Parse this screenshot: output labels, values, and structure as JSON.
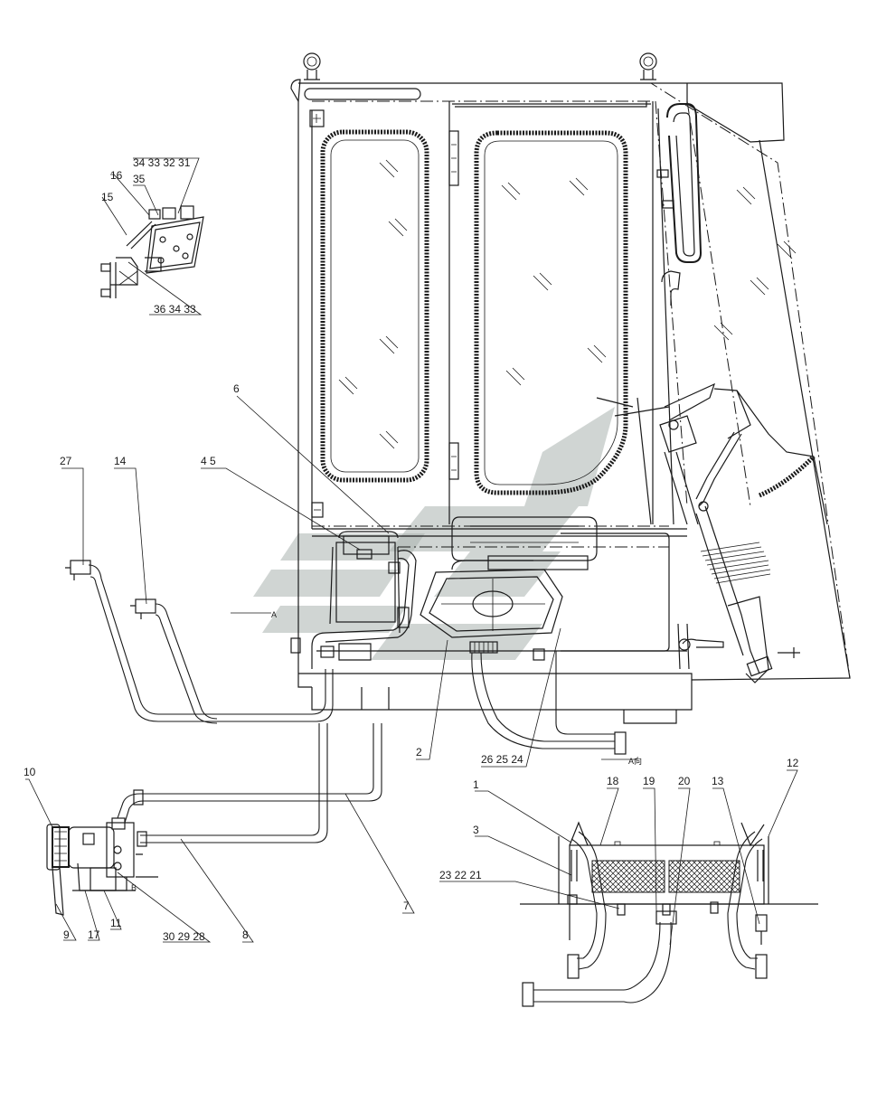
{
  "diagram": {
    "callouts": [
      {
        "id": "c1",
        "text": "1"
      },
      {
        "id": "c2",
        "text": "2"
      },
      {
        "id": "c3",
        "text": "3"
      },
      {
        "id": "c4-5",
        "text": "4 5"
      },
      {
        "id": "c6",
        "text": "6"
      },
      {
        "id": "c7",
        "text": "7"
      },
      {
        "id": "c8",
        "text": "8"
      },
      {
        "id": "c9",
        "text": "9"
      },
      {
        "id": "c10",
        "text": "10"
      },
      {
        "id": "c11",
        "text": "11"
      },
      {
        "id": "c12",
        "text": "12"
      },
      {
        "id": "c13",
        "text": "13"
      },
      {
        "id": "c14",
        "text": "14"
      },
      {
        "id": "c15",
        "text": "15"
      },
      {
        "id": "c16",
        "text": "16"
      },
      {
        "id": "c17",
        "text": "17"
      },
      {
        "id": "c18",
        "text": "18"
      },
      {
        "id": "c19",
        "text": "19"
      },
      {
        "id": "c20",
        "text": "20"
      },
      {
        "id": "c23-22-21",
        "text": "23 22 21"
      },
      {
        "id": "c26-25-24",
        "text": "26 25 24"
      },
      {
        "id": "c27",
        "text": "27"
      },
      {
        "id": "c30-29-28",
        "text": "30 29 28"
      },
      {
        "id": "c34-33-32-31",
        "text": "34 33 32 31"
      },
      {
        "id": "c35",
        "text": "35"
      },
      {
        "id": "c36-34-33",
        "text": "36 34 33"
      }
    ],
    "view_marks": {
      "section_a": "A",
      "view_a": "A向",
      "mark_b": "B"
    }
  }
}
